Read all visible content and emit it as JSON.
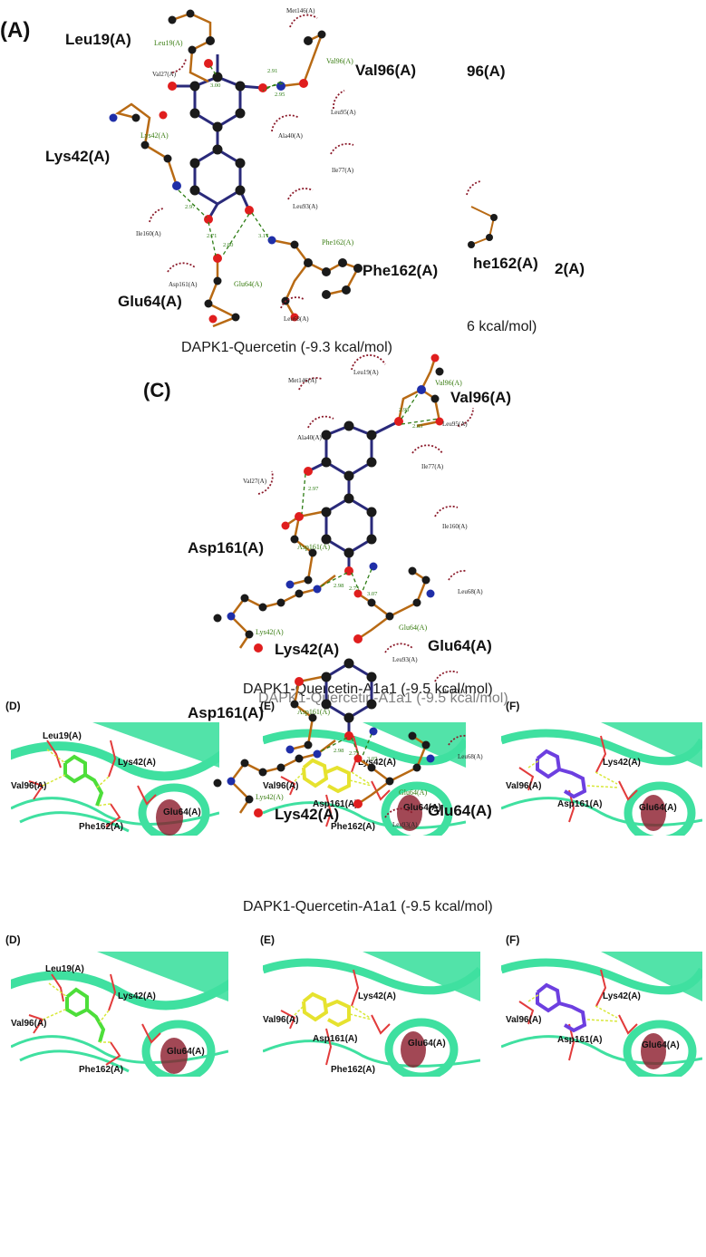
{
  "figure": {
    "panel_a": {
      "letter": "(A)",
      "caption": "DAPK1-Quercetin (-9.3 kcal/mol)",
      "big_labels": [
        "Leu19(A)",
        "Val96(A)",
        "Lys42(A)",
        "Phe162(A)",
        "Glu64(A)"
      ],
      "ghost_labels": [
        "96(A)",
        "he162(A)",
        "2(A)",
        "6 kcal/mol)"
      ],
      "hydrophobic": [
        "Met146(A)",
        "Val27(A)",
        "Leu95(A)",
        "Ala40(A)",
        "Ile77(A)",
        "Leu93(A)",
        "Ile160(A)",
        "Asp161(A)",
        "Leu68(A)"
      ],
      "hbond_residues": [
        "Leu19(A)",
        "Val96(A)",
        "Lys42(A)",
        "Phe162(A)",
        "Glu64(A)"
      ],
      "distances": [
        "3.00",
        "2.91",
        "2.95",
        "2.97",
        "2.71",
        "2.80",
        "3.17"
      ]
    },
    "panel_c": {
      "letter": "(C)",
      "caption": "DAPK1-Quercetin-A1a1 (-9.5 kcal/mol)",
      "caption_ghost": "DAPK1-Quercetin-A1a1 (-9.5 kcal/mol)",
      "big_labels": [
        "Val96(A)",
        "Asp161(A)",
        "Lys42(A)",
        "Glu64(A)"
      ],
      "hydrophobic": [
        "Met146(A)",
        "Leu19(A)",
        "Leu95(A)",
        "Ala40(A)",
        "Ile77(A)",
        "Val27(A)",
        "Ile160(A)",
        "Leu68(A)",
        "Leu93(A)"
      ],
      "hbond_residues": [
        "Val96(A)",
        "Asp161(A)",
        "Lys42(A)",
        "Glu64(A)"
      ],
      "distances": [
        "2.98",
        "2.83",
        "2.97",
        "2.98",
        "2.73",
        "3.07"
      ]
    },
    "row1": {
      "d": {
        "letter": "(D)",
        "labels": [
          "Leu19(A)",
          "Lys42(A)",
          "Val96(A)",
          "Phe162(A)",
          "Glu64(A)"
        ]
      },
      "e": {
        "letter": "(E)",
        "labels": [
          "Lys42(A)",
          "Val96(A)",
          "Asp161(A)",
          "Glu64(A)",
          "Phe162(A)"
        ]
      },
      "f": {
        "letter": "(F)",
        "labels": [
          "Lys42(A)",
          "Val96(A)",
          "Asp161(A)",
          "Glu64(A)"
        ]
      }
    },
    "repeat_c": {
      "big_labels": [
        "Asp161(A)",
        "Lys42(A)",
        "Glu64(A)"
      ],
      "small": [
        "Ile160(A)",
        "Leu68(A)",
        "Leu93(A)"
      ],
      "green": [
        "Asp161(A)",
        "Lys42(A)",
        "Glu64(A)"
      ],
      "distances": [
        "2.98",
        "2.73",
        "3.07"
      ],
      "caption": "DAPK1-Quercetin-A1a1 (-9.5 kcal/mol)"
    },
    "row2": {
      "d": {
        "letter": "(D)",
        "labels": [
          "Leu19(A)",
          "Lys42(A)",
          "Val96(A)",
          "Phe162(A)",
          "Glu64(A)"
        ]
      },
      "e": {
        "letter": "(E)",
        "labels": [
          "Lys42(A)",
          "Val96(A)",
          "Asp161(A)",
          "Glu64(A)",
          "Phe162(A)"
        ]
      },
      "f": {
        "letter": "(F)",
        "labels": [
          "Lys42(A)",
          "Val96(A)",
          "Asp161(A)",
          "Glu64(A)"
        ]
      }
    },
    "colors": {
      "protein": "#3fe0a0",
      "protein_dark": "#21a574",
      "residue": "#e23b3b",
      "hbond": "#d8e83a",
      "ligand_d": "#4dde3a",
      "ligand_e": "#e6e22f",
      "ligand_f": "#6d3fe0",
      "bond_orange": "#b86a14",
      "atom_c": "#1a1a1a",
      "atom_o": "#e01e1e",
      "atom_n": "#1f2ea8",
      "ligand_bond": "#2a2a7a",
      "arc": "#8b1a2a"
    }
  }
}
